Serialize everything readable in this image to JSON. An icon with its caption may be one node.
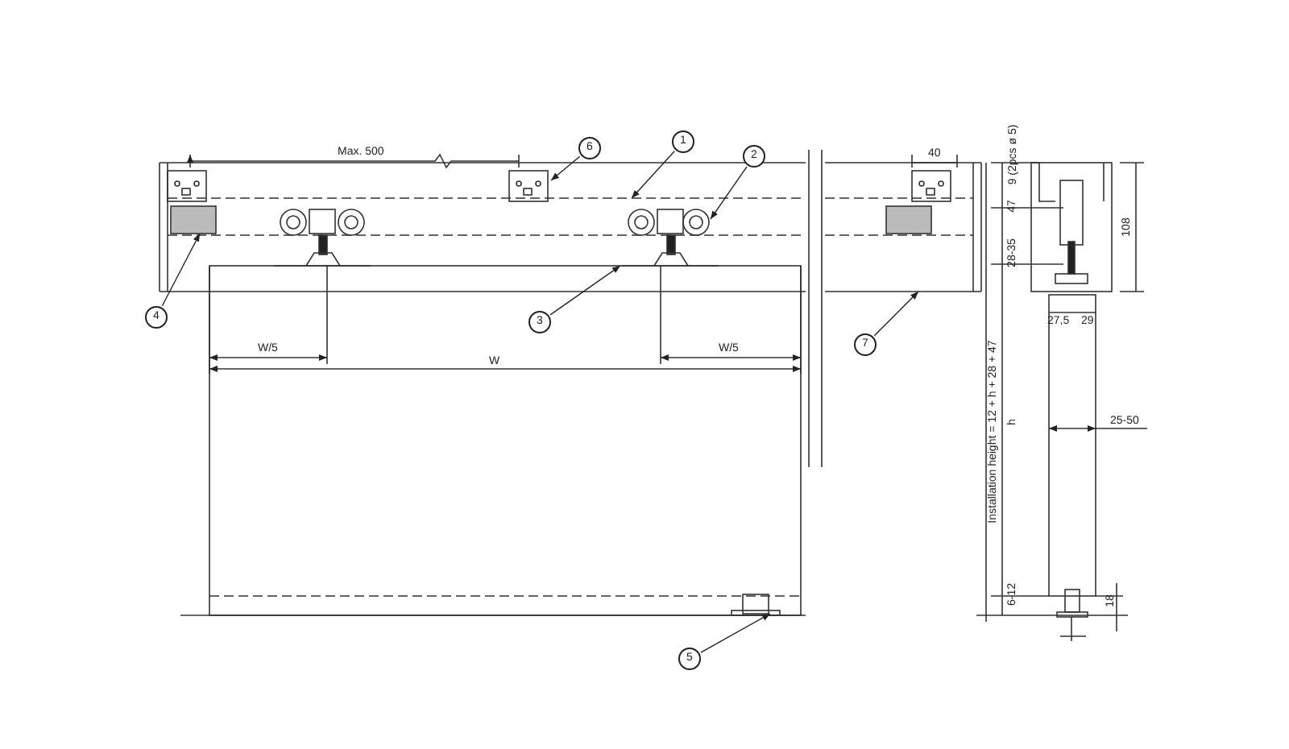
{
  "diagram": {
    "nodes": [
      {
        "text": [
          "1"
        ]
      },
      {
        "text": [
          "2"
        ]
      },
      {
        "text": [
          "3"
        ]
      },
      {
        "text": [
          "4"
        ]
      },
      {
        "text": [
          "5"
        ]
      },
      {
        "text": [
          "6"
        ]
      },
      {
        "text": [
          "7"
        ]
      }
    ],
    "edges": [
      {
        "from": 0,
        "to": null,
        "arrow": "to"
      },
      {
        "from": 1,
        "to": null,
        "arrow": "to"
      },
      {
        "from": 2,
        "to": null,
        "arrow": "to"
      },
      {
        "from": 3,
        "to": null,
        "arrow": "to"
      },
      {
        "from": 4,
        "to": null,
        "arrow": "to"
      },
      {
        "from": 5,
        "to": null,
        "arrow": "to"
      },
      {
        "from": 6,
        "to": null,
        "arrow": "to"
      }
    ],
    "labels": [
      "Max. 500",
      "40",
      "W/5",
      "W/5",
      "W",
      "9 (2pcs ø 5)",
      "47",
      "108",
      "28-35",
      "27,5",
      "29",
      "Installation height = 12 + h + 28 + 47",
      "h",
      "25-50",
      "6-12",
      "18"
    ]
  }
}
